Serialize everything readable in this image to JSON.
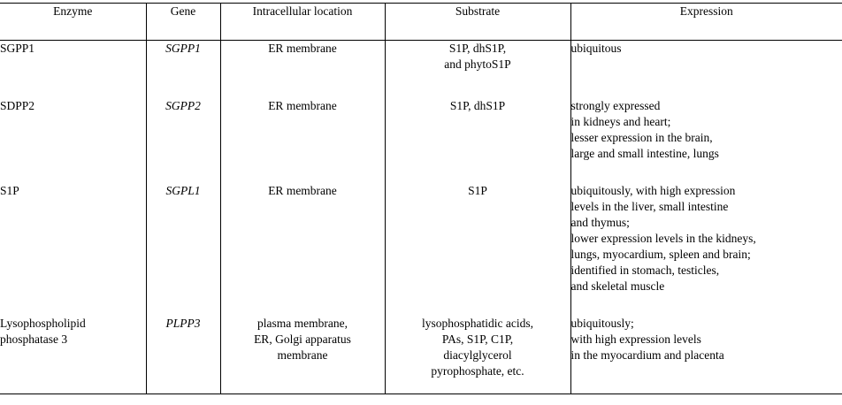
{
  "table": {
    "columns": [
      {
        "key": "enzyme",
        "label": "Enzyme"
      },
      {
        "key": "gene",
        "label": "Gene"
      },
      {
        "key": "location",
        "label": "Intracellular location"
      },
      {
        "key": "substrate",
        "label": "Substrate"
      },
      {
        "key": "expression",
        "label": "Expression"
      }
    ],
    "rows": [
      {
        "enzyme": [
          "SGPP1"
        ],
        "gene": [
          "SGPP1"
        ],
        "location": [
          "ER membrane"
        ],
        "substrate": [
          "S1P, dhS1P,",
          "and phytoS1P"
        ],
        "expression": [
          "ubiquitous"
        ]
      },
      {
        "enzyme": [
          "SDPP2"
        ],
        "gene": [
          "SGPP2"
        ],
        "location": [
          "ER membrane"
        ],
        "substrate": [
          "S1P, dhS1P"
        ],
        "expression": [
          "strongly expressed",
          "in kidneys and heart;",
          "lesser expression in the brain,",
          "large and small intestine, lungs"
        ]
      },
      {
        "enzyme": [
          "S1P"
        ],
        "gene": [
          "SGPL1"
        ],
        "location": [
          "ER membrane"
        ],
        "substrate": [
          "S1P"
        ],
        "expression": [
          "ubiquitously, with high expression",
          "levels in the liver, small intestine",
          "and thymus;",
          "lower expression levels in the kidneys,",
          "lungs, myocardium, spleen and brain;",
          "identified in stomach, testicles,",
          "and skeletal muscle"
        ]
      },
      {
        "enzyme": [
          "Lysophospholipid",
          "phosphatase 3"
        ],
        "gene": [
          "PLPP3"
        ],
        "location": [
          "plasma membrane,",
          "ER, Golgi apparatus",
          "membrane"
        ],
        "substrate": [
          "lysophosphatidic acids,",
          "PAs, S1P, C1P,",
          "diacylglycerol",
          "pyrophosphate, etc."
        ],
        "expression": [
          "ubiquitously;",
          "with high expression levels",
          "in the myocardium and placenta"
        ]
      }
    ]
  },
  "style": {
    "rule_color": "#000000",
    "text_color": "#000000",
    "background": "#ffffff"
  }
}
